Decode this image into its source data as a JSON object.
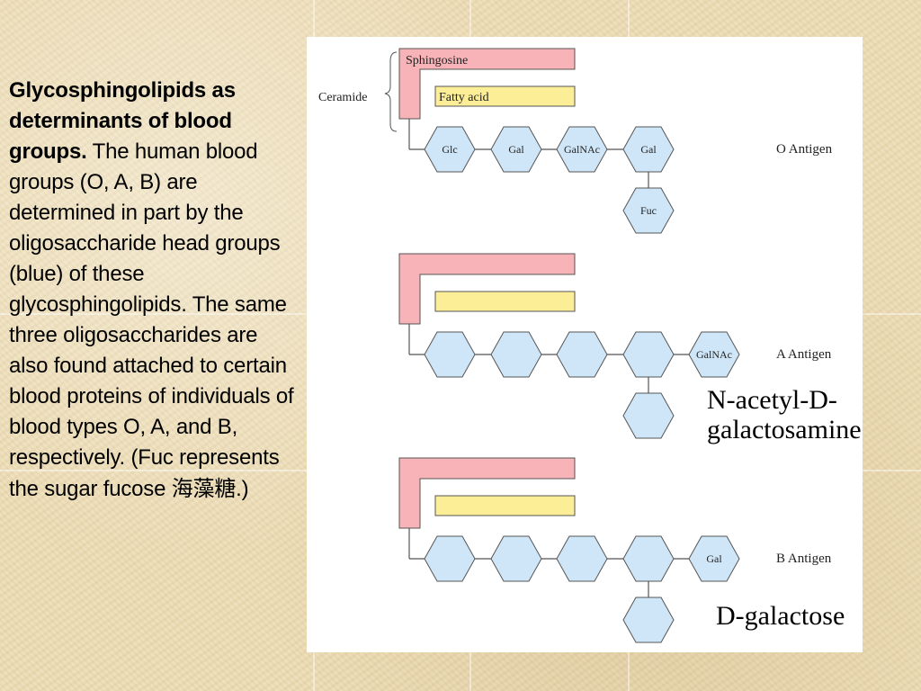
{
  "caption": {
    "title": "Glycosphingolipids as determinants of blood groups.",
    "body_before": " The human blood groups (O, A, B) are determined in part by the oligosaccharide head groups (blue) of these glycosphingolipids. The same three oligosaccharides are also found attached to certain blood proteins of individuals of blood types O, A, and B, respectively. (Fuc represents the sugar fucose ",
    "chinese": "海藻糖",
    "body_after": ".)"
  },
  "diagram": {
    "ceramide_label": "Ceramide",
    "sphingosine_label": "Sphingosine",
    "fatty_acid_label": "Fatty acid",
    "o_antigen": {
      "label": "O Antigen",
      "chain": [
        "Glc",
        "Gal",
        "GalNAc",
        "Gal"
      ],
      "branch": "Fuc"
    },
    "a_antigen": {
      "label": "A Antigen",
      "terminal": "GalNAc"
    },
    "b_antigen": {
      "label": "B Antigen",
      "terminal": "Gal"
    },
    "colors": {
      "sphingosine": "#f7b3b8",
      "fatty_acid": "#fcee97",
      "sugar": "#cfe6f8",
      "stroke": "#555555"
    }
  },
  "annotations": {
    "a_name_line1": "N-acetyl-D-",
    "a_name_line2": "galactosamine",
    "b_name": "D-galactose"
  }
}
